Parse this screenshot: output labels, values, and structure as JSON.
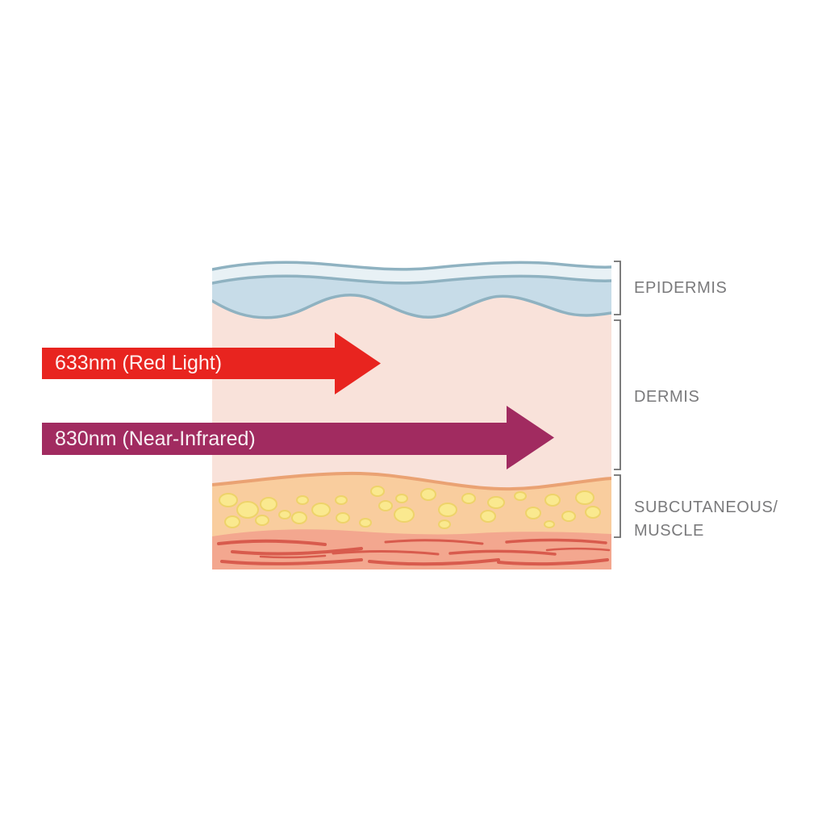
{
  "arrows": [
    {
      "label": "633nm (Red Light)",
      "color": "#e8241f"
    },
    {
      "label": "830nm (Near-Infrared)",
      "color": "#a12b60"
    }
  ],
  "layers": [
    {
      "label": "EPIDERMIS"
    },
    {
      "label": "DERMIS"
    },
    {
      "label": "SUBCUTANEOUS/",
      "label_line2": "MUSCLE"
    }
  ],
  "colors": {
    "epidermis_fill": "#c7dce8",
    "epidermis_top_strip": "#e8f1f5",
    "epidermis_line": "#8fb2c1",
    "dermis_fill": "#f9e2da",
    "fat_fill": "#f9cd9e",
    "fat_boundary": "#eaa273",
    "fat_blob": "#fae98f",
    "fat_blob_outline": "#eed36a",
    "muscle_fill": "#f3a78f",
    "muscle_streak": "#d85b4d",
    "label_text": "#7a7a7c",
    "bracket": "#6e6e6e"
  }
}
